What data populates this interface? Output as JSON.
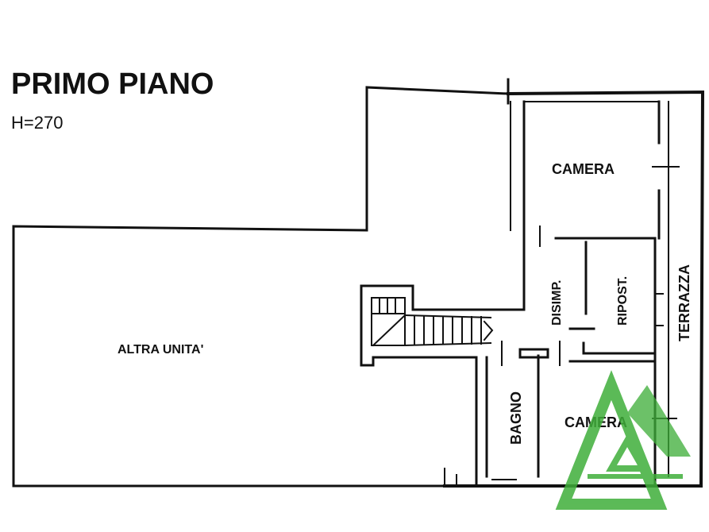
{
  "plan": {
    "title": "PRIMO PIANO",
    "height_note": "H=270"
  },
  "rooms": {
    "altra_unita": "ALTRA UNITA'",
    "camera_1": "CAMERA",
    "disimpegno": "DISIMP.",
    "ripostiglio": "RIPOST.",
    "terrazza": "TERRAZZA",
    "bagno": "BAGNO",
    "camera_2": "CAMERA"
  },
  "colors": {
    "wall": "#111111",
    "logo": "#3fae3a"
  }
}
